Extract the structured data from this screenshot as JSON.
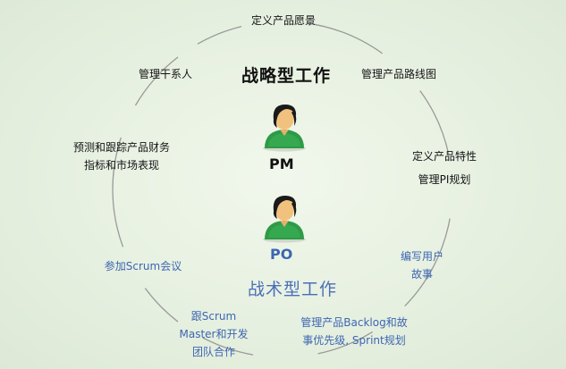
{
  "colors": {
    "background": "#e3eedd",
    "ring": "#9a9a9a",
    "strategic_text": "#141414",
    "tactical_text": "#3d66b2",
    "person_body": "#2e9a46",
    "person_hair": "#1a1a1a",
    "person_skin": "#f1c27d"
  },
  "icons": {
    "pm": "person-icon",
    "po": "person-icon"
  },
  "strategic": {
    "heading": "战略型工作",
    "role": "PM",
    "items": [
      {
        "lines": [
          "定义产品愿景"
        ]
      },
      {
        "lines": [
          "管理产品路线图"
        ]
      },
      {
        "lines": [
          "定义产品特性",
          "管理PI规划"
        ]
      },
      {
        "lines": [
          "管理干系人"
        ]
      },
      {
        "lines": [
          "预测和跟踪产品财务",
          "指标和市场表现"
        ]
      }
    ]
  },
  "tactical": {
    "heading": "战术型工作",
    "role": "PO",
    "items": [
      {
        "lines": [
          "编写用户",
          "故事"
        ]
      },
      {
        "lines": [
          "管理产品Backlog和故",
          "事优先级, Sprint规划"
        ]
      },
      {
        "lines": [
          "跟Scrum",
          "Master和开发",
          "团队合作"
        ]
      },
      {
        "lines": [
          "参加Scrum会议"
        ]
      }
    ]
  }
}
